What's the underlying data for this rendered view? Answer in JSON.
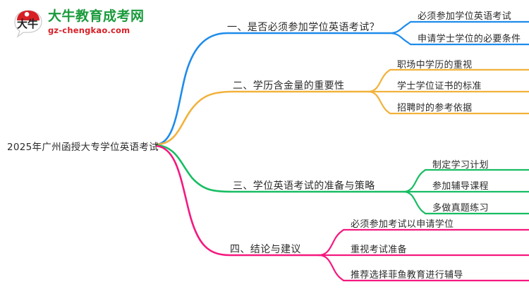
{
  "logo": {
    "icon": "daniu-speech-bubble-logo",
    "name_cn": "大牛教育成考网",
    "url": "gz-chengkao.com",
    "mark_text": "大牛",
    "colors": {
      "name": "#1a9a3c",
      "url": "#d81f26",
      "mark": "#d81f26"
    }
  },
  "mindmap": {
    "root": {
      "label": "2025年广州函授大专学位英语考试"
    },
    "branches": [
      {
        "id": "branch-1",
        "label": "一、是否必须参加学位英语考试？",
        "color": "#1f8ceb",
        "children": [
          {
            "label": "必须参加学位英语考试"
          },
          {
            "label": "申请学士学位的必要条件"
          }
        ]
      },
      {
        "id": "branch-2",
        "label": "二、学历含金量的重要性",
        "color": "#f2b23c",
        "children": [
          {
            "label": "职场中学历的重视"
          },
          {
            "label": "学士学位证书的标准"
          },
          {
            "label": "招聘时的参考依据"
          }
        ]
      },
      {
        "id": "branch-3",
        "label": "三、学位英语考试的准备与策略",
        "color": "#18bd63",
        "children": [
          {
            "label": "制定学习计划"
          },
          {
            "label": "参加辅导课程"
          },
          {
            "label": "多做真题练习"
          }
        ]
      },
      {
        "id": "branch-4",
        "label": "四、结论与建议",
        "color": "#f5197f",
        "children": [
          {
            "label": "必须参加考试以申请学位"
          },
          {
            "label": "重视考试准备"
          },
          {
            "label": "推荐选择菲鱼教育进行辅导"
          }
        ]
      }
    ]
  }
}
